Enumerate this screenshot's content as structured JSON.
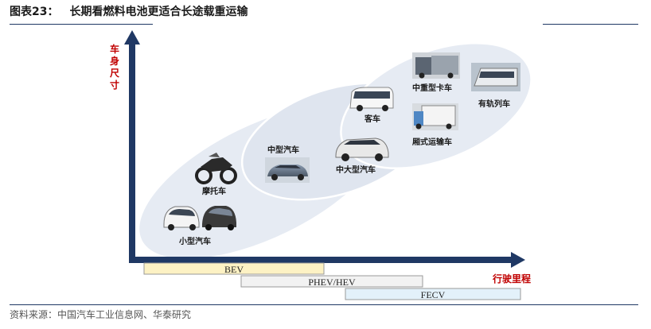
{
  "header": {
    "figure_no": "图表23：",
    "title": "长期看燃料电池更适合长途载重运输"
  },
  "axes": {
    "y_label": [
      "车",
      "身",
      "尺",
      "寸"
    ],
    "x_label": "行驶里程"
  },
  "vehicles": {
    "small_car": "小型汽车",
    "motorcycle": "摩托车",
    "medium_car": "中型汽车",
    "large_car": "中大型汽车",
    "bus": "客车",
    "truck": "中重型卡车",
    "van": "厢式运输车",
    "train": "有轨列车"
  },
  "bars": [
    {
      "label": "BEV",
      "color": "#fdf2c4"
    },
    {
      "label": "PHEV/HEV",
      "color": "#f2f2f2"
    },
    {
      "label": "FECV",
      "color": "#e3f1fa"
    }
  ],
  "footer": {
    "source": "资料来源：中国汽车工业信息网、华泰研究"
  },
  "colors": {
    "axis": "#1f3864",
    "ellipse_fill": "#e6ebf3",
    "ellipse_stroke": "#ffffff",
    "axis_label": "#c00000"
  }
}
